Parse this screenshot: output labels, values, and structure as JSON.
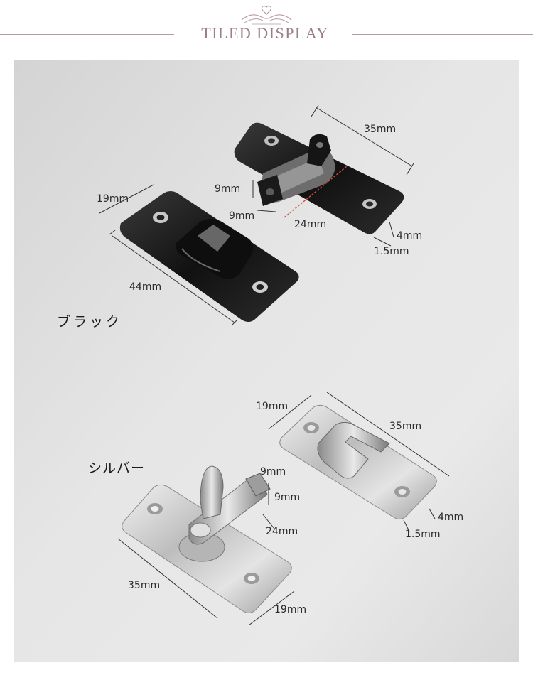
{
  "header": {
    "title": "TILED DISPLAY",
    "line_color": "#b89aa0",
    "title_color": "#9b7f86"
  },
  "sections": {
    "black": {
      "label": "ブラック",
      "dimensions": {
        "plate_width": "35mm",
        "hinge_width": "9mm",
        "hinge_height": "9mm",
        "knuckle_length": "24mm",
        "hole": "4mm",
        "thickness": "1.5mm",
        "catch_width": "19mm",
        "catch_length": "44mm"
      }
    },
    "silver": {
      "label": "シルバー",
      "dimensions": {
        "catch_width": "19mm",
        "catch_length": "35mm",
        "hole": "4mm",
        "thickness": "1.5mm",
        "hinge_width": "9mm",
        "hinge_height": "9mm",
        "knuckle_length": "24mm",
        "plate_length": "35mm",
        "plate_width": "19mm"
      }
    }
  },
  "colors": {
    "background_gray": "#dcdcdc",
    "black_finish": "#1c1c1c",
    "silver_finish": "#c9c9c9",
    "accent_red": "#d2503c"
  }
}
